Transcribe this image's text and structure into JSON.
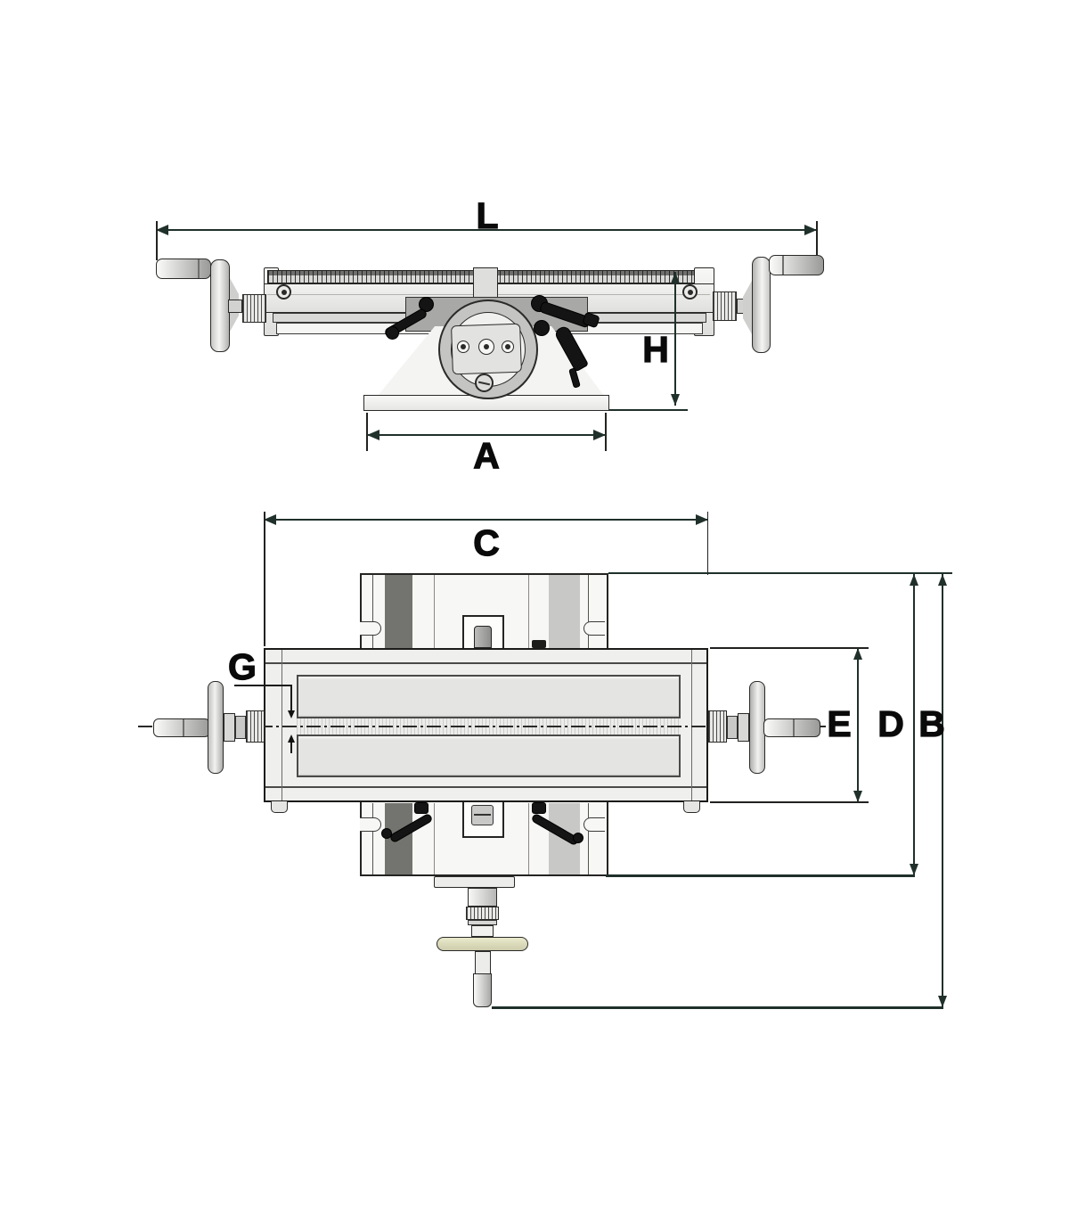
{
  "diagram": {
    "type": "technical-drawing",
    "subject": "cross-slide compound milling table, two orthographic views with letter dimensions",
    "views": [
      {
        "name": "front-elevation",
        "labels": [
          "L",
          "H",
          "A"
        ]
      },
      {
        "name": "top-plan",
        "labels": [
          "C",
          "G",
          "E",
          "D",
          "B"
        ]
      }
    ],
    "dims": {
      "L": "L",
      "H": "H",
      "A": "A",
      "C": "C",
      "G": "G",
      "E": "E",
      "D": "D",
      "B": "B"
    },
    "colors": {
      "dimension_line": "#20302a",
      "label_text": "#0a0a0a",
      "metal_light": "#f2f2f0",
      "metal_mid": "#c9c9c7",
      "metal_dark": "#73736f",
      "handwheel_disc": "#d9d9ba",
      "lever_black": "#141414",
      "background": "#ffffff"
    }
  }
}
